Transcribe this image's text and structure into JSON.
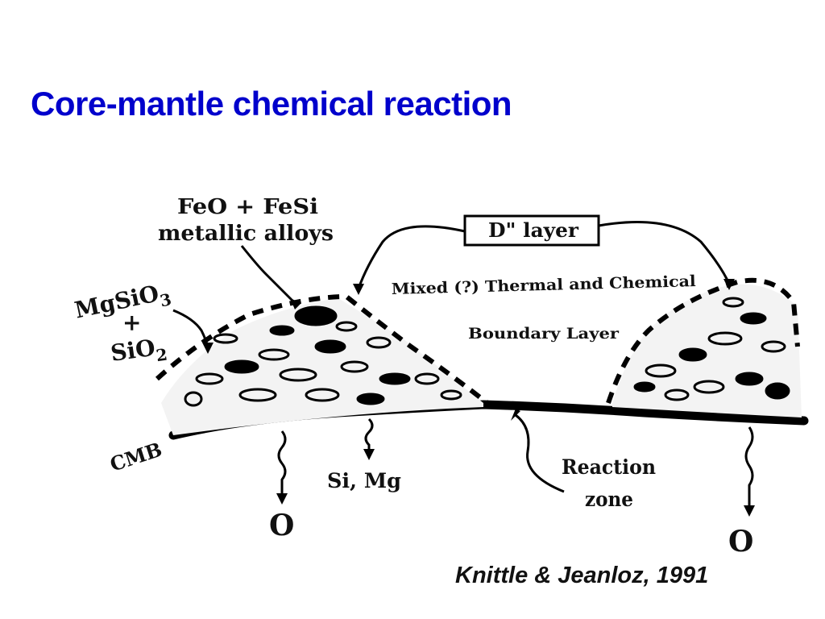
{
  "slide": {
    "title": "Core-mantle chemical reaction",
    "citation": "Knittle & Jeanloz, 1991",
    "title_color": "#0000cc"
  },
  "diagram": {
    "labels": {
      "feo_fesi_line1": "FeO + FeSi",
      "feo_fesi_line2": "metallic alloys",
      "mgsio3_base": "MgSiO",
      "mgsio3_sub": "3",
      "plus": "+",
      "sio2_base": "SiO",
      "sio2_sub": "2",
      "d_layer": "D\" layer",
      "boundary_line1": "Mixed (?) Thermal and Chemical",
      "boundary_line2": "Boundary Layer",
      "cmb": "CMB",
      "si_mg": "Si, Mg",
      "reaction_line1": "Reaction",
      "reaction_line2": "zone",
      "oxygen_left": "O",
      "oxygen_right": "O"
    }
  }
}
